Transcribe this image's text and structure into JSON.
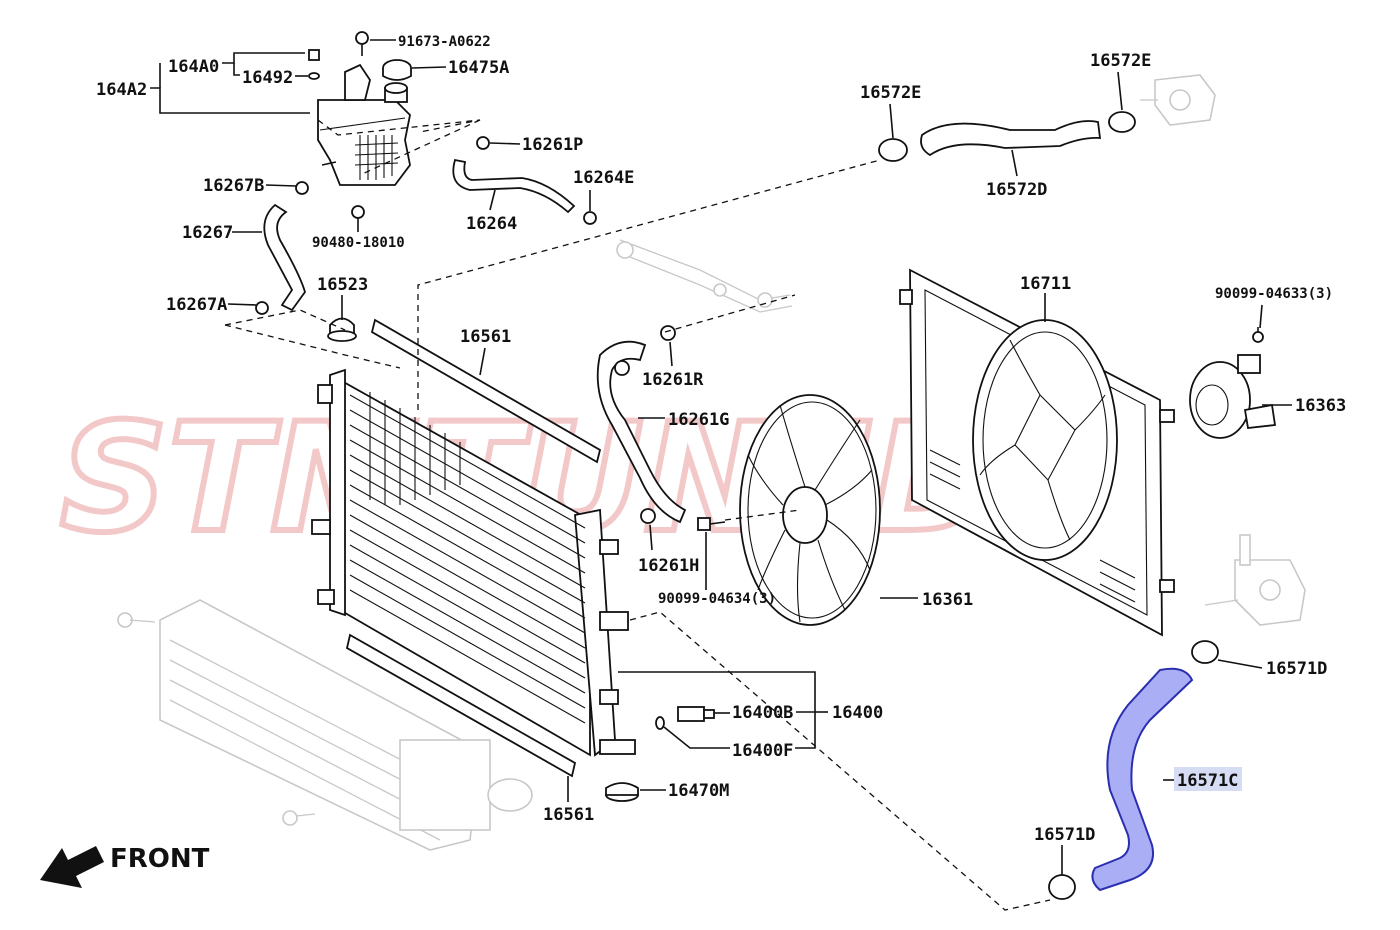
{
  "labels": {
    "l_164A0": "164A0",
    "l_164A2": "164A2",
    "l_16492": "16492",
    "l_91673": "91673-A0622",
    "l_16475A": "16475A",
    "l_16261P": "16261P",
    "l_16267B": "16267B",
    "l_16267": "16267",
    "l_90480": "90480-18010",
    "l_16264": "16264",
    "l_16264E": "16264E",
    "l_16267A": "16267A",
    "l_16523": "16523",
    "l_16572E_a": "16572E",
    "l_16572E_b": "16572E",
    "l_16572D": "16572D",
    "l_16561_top": "16561",
    "l_16261R": "16261R",
    "l_16261G": "16261G",
    "l_16261H": "16261H",
    "l_90099_4634": "90099-04634(3)",
    "l_16361": "16361",
    "l_16711": "16711",
    "l_90099_4633": "90099-04633(3)",
    "l_16363": "16363",
    "l_16571D_a": "16571D",
    "l_16571C": "16571C",
    "l_16571D_b": "16571D",
    "l_16400B": "16400B",
    "l_16400": "16400",
    "l_16400F": "16400F",
    "l_16470M": "16470M",
    "l_16561_bot": "16561"
  },
  "front_label": "FRONT",
  "watermark": "STMTUNED",
  "colors": {
    "highlight_fill": "#a9aef5",
    "highlight_stroke": "#2a2fb0",
    "label_highlight": "#d7dcf5",
    "watermark": "#f3c8c8",
    "ghost": "#c8c8c8"
  },
  "icons": {
    "front_arrow": "front-arrow-icon"
  }
}
